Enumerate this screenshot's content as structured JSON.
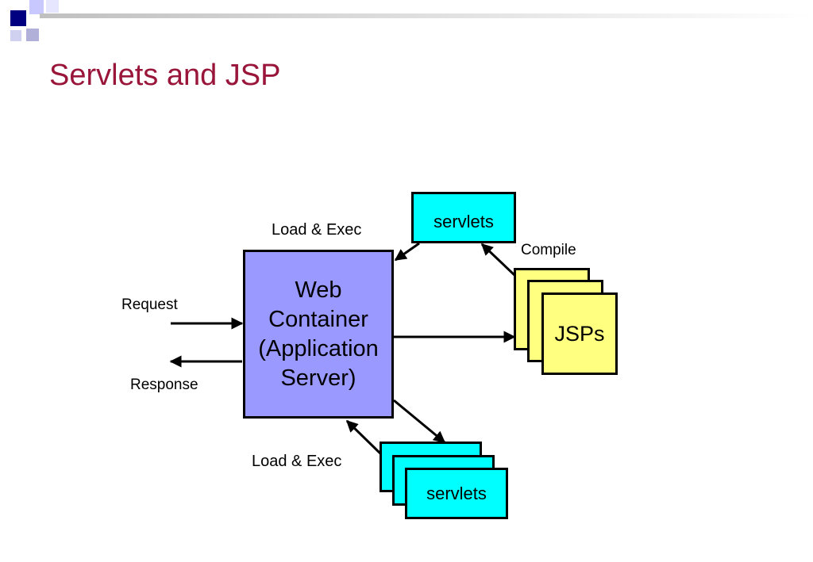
{
  "slide": {
    "title": "Servlets and JSP"
  },
  "diagram": {
    "web_container": {
      "line1": "Web",
      "line2": "Container",
      "line3": "(Application",
      "line4": "Server)"
    },
    "servlets_top": "servlets",
    "servlets_bottom": "servlets",
    "jsps": "JSPs",
    "labels": {
      "load_exec_top": "Load & Exec",
      "load_exec_bottom": "Load & Exec",
      "compile": "Compile",
      "request": "Request",
      "response": "Response"
    }
  },
  "colors": {
    "title": "#99153a",
    "container_fill": "#9999ff",
    "servlet_fill": "#00ffff",
    "jsp_fill": "#ffff80",
    "header_bar_start": "#c0c0c0"
  }
}
